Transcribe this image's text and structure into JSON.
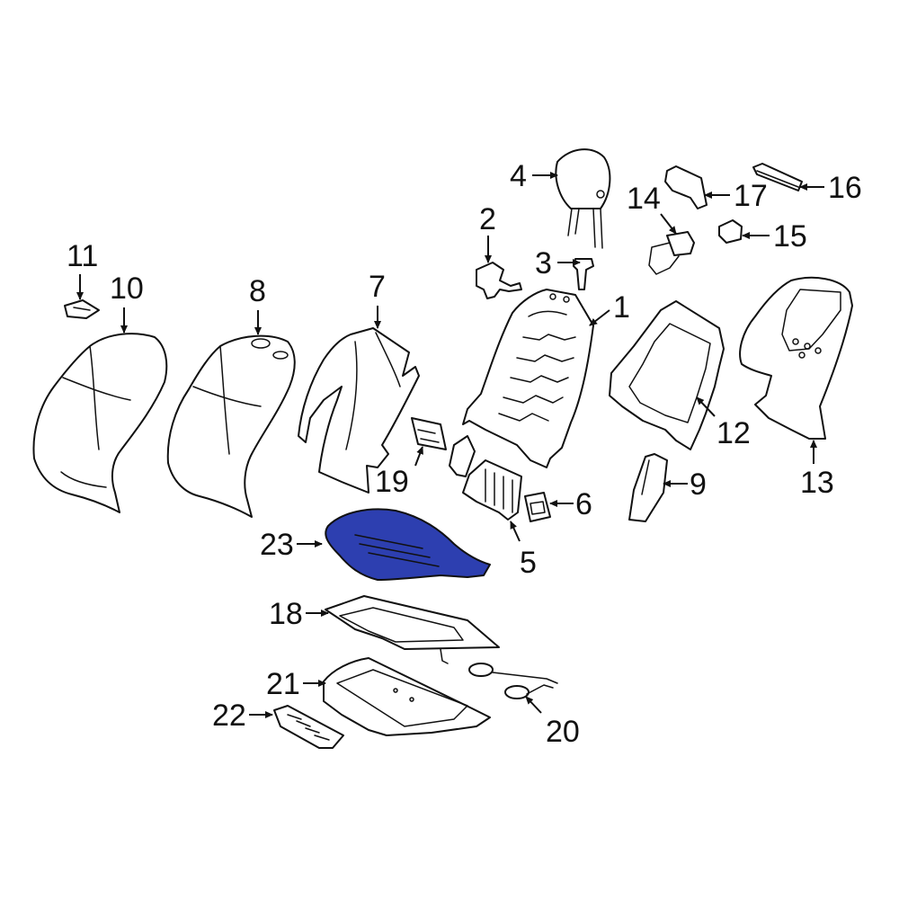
{
  "highlight_color": "#2d3fb0",
  "outline_color": "#111111",
  "highlighted_part": "23",
  "callouts": {
    "c1": "1",
    "c2": "2",
    "c3": "3",
    "c4": "4",
    "c5": "5",
    "c6": "6",
    "c7": "7",
    "c8": "8",
    "c9": "9",
    "c10": "10",
    "c11": "11",
    "c12": "12",
    "c13": "13",
    "c14": "14",
    "c15": "15",
    "c16": "16",
    "c17": "17",
    "c18": "18",
    "c19": "19",
    "c20": "20",
    "c21": "21",
    "c22": "22",
    "c23": "23"
  }
}
